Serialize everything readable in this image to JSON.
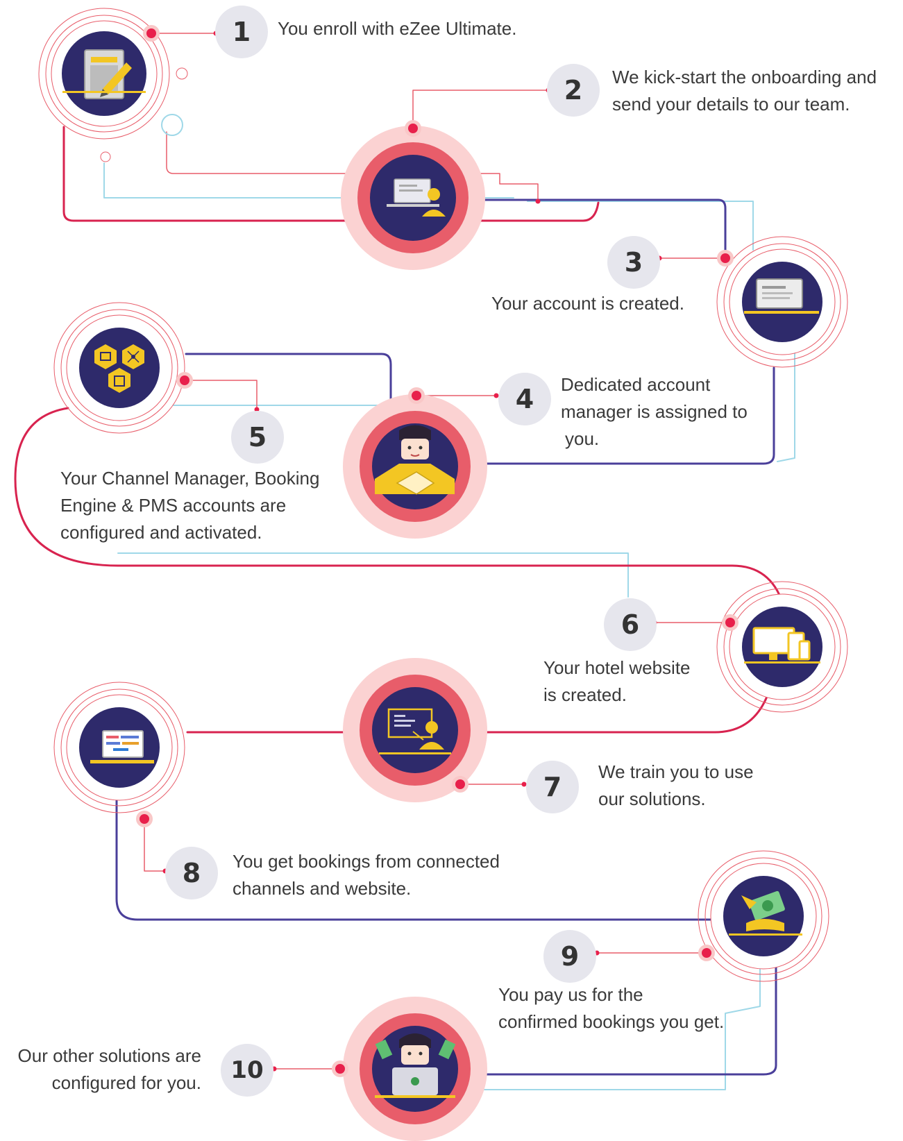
{
  "colors": {
    "navy": "#2e2a6b",
    "coral": "#e85d6a",
    "pink_glow": "#f9c7c7",
    "red_dot": "#e8204b",
    "purple_line": "#4a3f9a",
    "light_blue_line": "#9fd8e8",
    "yellow": "#f3c623"
  },
  "steps": [
    {
      "number": "1",
      "icon": "tablet-pen-icon",
      "lines": [
        "You enroll with eZee Ultimate."
      ]
    },
    {
      "number": "2",
      "icon": "laptop-user-icon",
      "lines": [
        "We kick-start the onboarding and",
        "send your details to our team."
      ]
    },
    {
      "number": "3",
      "icon": "laptop-icon",
      "lines": [
        "Your account is created."
      ]
    },
    {
      "number": "4",
      "icon": "handshake-icon",
      "lines": [
        "Dedicated account",
        "manager is assigned to",
        "you."
      ]
    },
    {
      "number": "5",
      "icon": "hexagon-modules-icon",
      "lines": [
        "Your Channel Manager, Booking",
        "Engine & PMS accounts are",
        "configured and activated."
      ]
    },
    {
      "number": "6",
      "icon": "multi-device-icon",
      "lines": [
        "Your hotel website",
        "is created."
      ]
    },
    {
      "number": "7",
      "icon": "presentation-trainer-icon",
      "lines": [
        "We train you to use",
        "our solutions."
      ]
    },
    {
      "number": "8",
      "icon": "booking-laptop-icon",
      "lines": [
        "You get bookings from connected",
        "channels and website."
      ]
    },
    {
      "number": "9",
      "icon": "money-hand-icon",
      "lines": [
        "You pay us for the",
        "confirmed bookings you get."
      ]
    },
    {
      "number": "10",
      "icon": "person-laptop-money-icon",
      "lines": [
        "Our other solutions are",
        "configured for you."
      ]
    }
  ]
}
